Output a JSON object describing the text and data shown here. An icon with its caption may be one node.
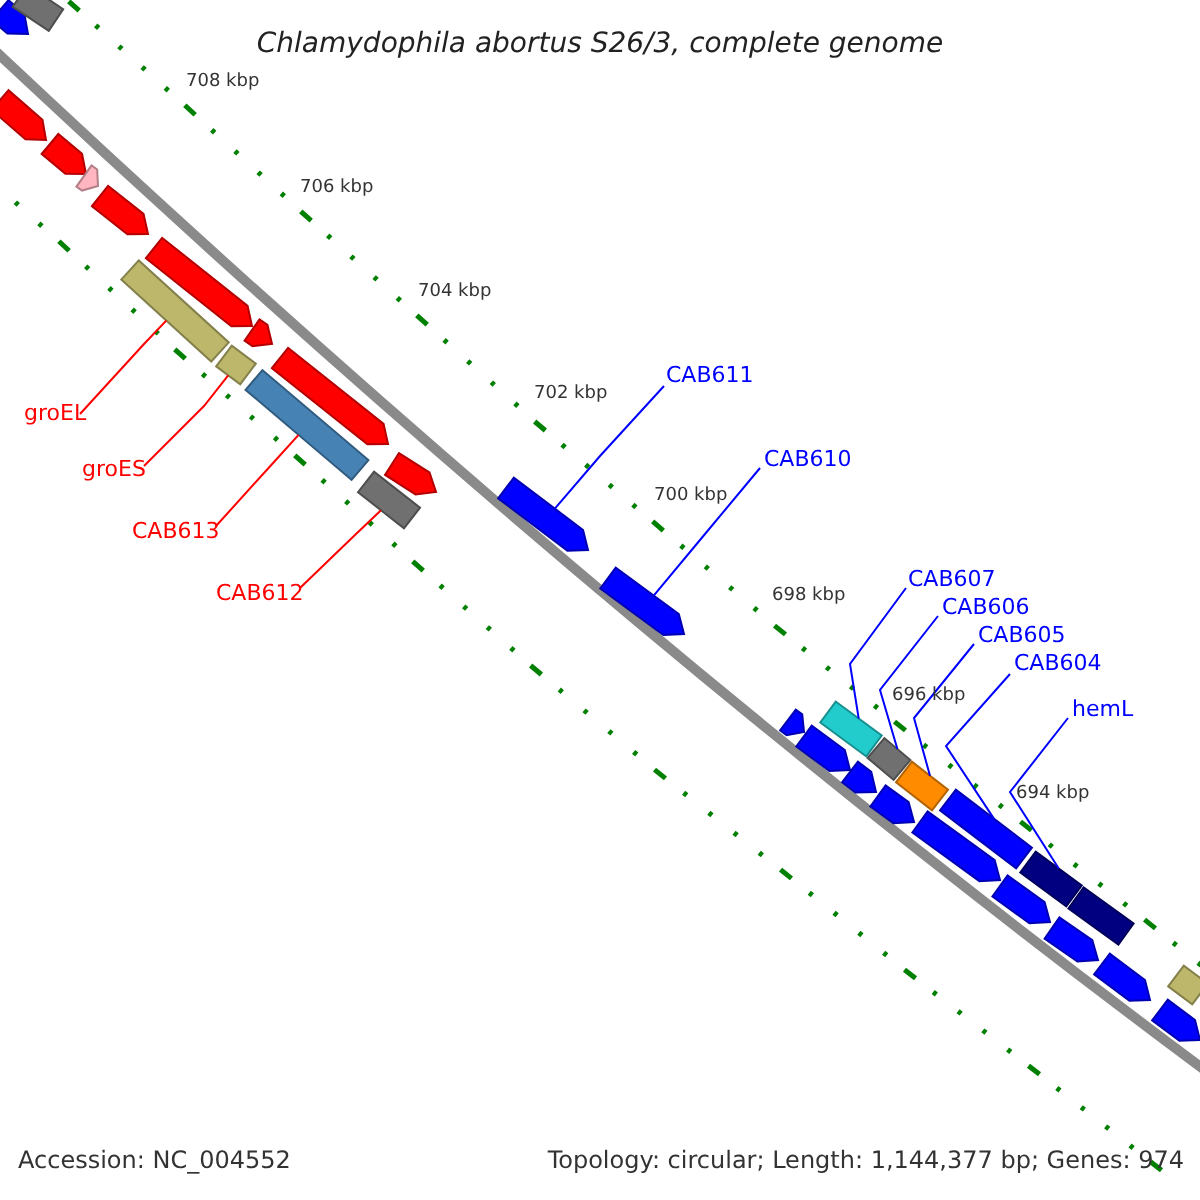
{
  "diagram": {
    "title": "Chlamydophila abortus S26/3, complete genome",
    "nodes": [
      {
        "text": [
          "groEL"
        ]
      },
      {
        "text": [
          "groES"
        ]
      },
      {
        "text": [
          "CAB613"
        ]
      },
      {
        "text": [
          "CAB612"
        ]
      },
      {
        "text": [
          "CAB611"
        ]
      },
      {
        "text": [
          "CAB610"
        ]
      },
      {
        "text": [
          "CAB607"
        ]
      },
      {
        "text": [
          "CAB606"
        ]
      },
      {
        "text": [
          "CAB605"
        ]
      },
      {
        "text": [
          "CAB604"
        ]
      },
      {
        "text": [
          "hemL"
        ]
      },
      {
        "text": [],
        "shape": "arrow"
      },
      {
        "text": [],
        "shape": "arrow"
      },
      {
        "text": [],
        "shape": "bar"
      },
      {
        "text": [],
        "shape": "arrow"
      },
      {
        "text": [],
        "shape": "arrow"
      },
      {
        "text": [],
        "shape": "arrow"
      },
      {
        "text": [],
        "shape": "bar"
      },
      {
        "text": [],
        "shape": "arrow"
      },
      {
        "text": [],
        "shape": "bar"
      },
      {
        "text": [],
        "shape": "arrow"
      },
      {
        "text": [],
        "shape": "bar"
      },
      {
        "text": [],
        "shape": "arrow"
      },
      {
        "text": [],
        "shape": "bar"
      },
      {
        "text": [],
        "shape": "arrow"
      },
      {
        "text": [],
        "shape": "arrow"
      },
      {
        "text": [],
        "shape": "arrow"
      },
      {
        "text": [],
        "shape": "arrow"
      },
      {
        "text": [],
        "shape": "arrow"
      },
      {
        "text": [],
        "shape": "bar"
      },
      {
        "text": [],
        "shape": "arrow"
      },
      {
        "text": [],
        "shape": "bar"
      },
      {
        "text": [],
        "shape": "arrow"
      },
      {
        "text": [],
        "shape": "bar"
      },
      {
        "text": [],
        "shape": "arrow"
      },
      {
        "text": [],
        "shape": "bar"
      },
      {
        "text": [],
        "shape": "arrow"
      },
      {
        "text": [],
        "shape": "bar"
      },
      {
        "text": [],
        "shape": "arrow"
      },
      {
        "text": [],
        "shape": "bar"
      },
      {
        "text": [],
        "shape": "arrow"
      },
      {
        "text": [],
        "shape": "arrow"
      },
      {
        "text": [],
        "shape": "bar"
      }
    ],
    "edges": [
      {
        "from": 0,
        "to": 17,
        "arrow": "none",
        "color": "#ff0000"
      },
      {
        "from": 1,
        "to": 19,
        "arrow": "none",
        "color": "#ff0000"
      },
      {
        "from": 2,
        "to": 21,
        "arrow": "none",
        "color": "#ff0000"
      },
      {
        "from": 3,
        "to": 23,
        "arrow": "none",
        "color": "#ff0000"
      },
      {
        "from": 4,
        "to": 25,
        "arrow": "none"
      },
      {
        "from": 5,
        "to": 26,
        "arrow": "none"
      },
      {
        "from": 6,
        "to": 29,
        "arrow": "none"
      },
      {
        "from": 7,
        "to": 31,
        "arrow": "none"
      },
      {
        "from": 8,
        "to": 33,
        "arrow": "none"
      },
      {
        "from": 9,
        "to": 35,
        "arrow": "none"
      },
      {
        "from": 10,
        "to": 37,
        "arrow": "none"
      }
    ],
    "labels": [
      "708 kbp",
      "706 kbp",
      "704 kbp",
      "702 kbp",
      "700 kbp",
      "698 kbp",
      "696 kbp",
      "694 kbp",
      "Accession: NC_004552",
      "Topology: circular; Length: 1,144,377 bp; Genes: 974"
    ]
  }
}
